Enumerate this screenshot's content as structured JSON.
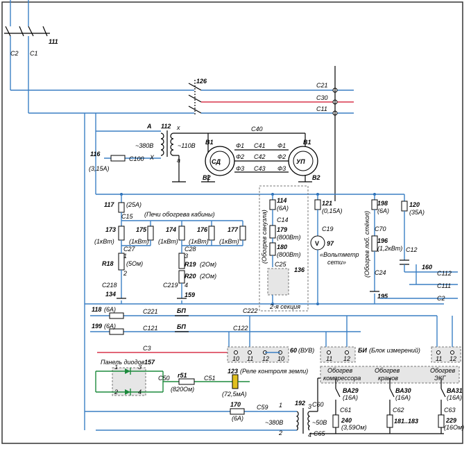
{
  "labels": {
    "s111": "111",
    "c2": "C2",
    "c1": "C1",
    "s126": "126",
    "c21": "C21",
    "c30": "C30",
    "c11": "C11",
    "A": "A",
    "s112": "112",
    "x1": "x",
    "v380a": "~380B",
    "v110": "~110B",
    "x2": "X",
    "a": "a",
    "s116": "116",
    "c100": "C100",
    "f315": "(3,15A)",
    "c40": "C40",
    "b1a": "B1",
    "b1b": "B1",
    "phi1a": "Ф1",
    "phi1b": "Ф1",
    "c41": "C41",
    "phi2a": "Ф2",
    "phi2b": "Ф2",
    "c42": "C42",
    "phi3a": "Ф3",
    "phi3b": "Ф3",
    "c43": "C43",
    "b2a": "B2",
    "b2b": "B2",
    "sd": "СД",
    "up": "УП",
    "s117": "117",
    "a25": "(25A)",
    "c15": "C15",
    "ovens": "(Печи обогрева кабины)",
    "s173": "173",
    "kw173": "(1кВт)",
    "s175": "175",
    "kw175": "(1кВт)",
    "s174": "174",
    "kw174": "(1кВт)",
    "s176": "176",
    "kw176": "(1кВт)",
    "s177": "177",
    "kw177": "(1кВт)",
    "c27": "C27",
    "c28": "C28",
    "n1": "1",
    "r18": "R18",
    "r18v": "(5Ом)",
    "n2": "2",
    "c218": "C218",
    "s134": "134",
    "n3": "3",
    "r19": "R19",
    "r19v": "(2Ом)",
    "r20": "R20",
    "r20v": "(2Ом)",
    "c219": "C219",
    "n4": "4",
    "s159": "159",
    "s114": "114",
    "a6a": "(6A)",
    "c14": "C14",
    "s179": "179",
    "w179": "(800Вт)",
    "s180": "180",
    "w180": "(800Вт)",
    "c25": "C25",
    "s136": "136",
    "heat_wc": "(Обогрев санузла)",
    "sec2": "2-я секция",
    "s121": "121",
    "a015": "(0,15A)",
    "c19": "C19",
    "vm": "V",
    "s97": "97",
    "volt1": "«Вольтметр",
    "volt2": "сети»",
    "s198": "198",
    "a6b": "(6A)",
    "c70": "C70",
    "s196": "196",
    "kw12": "(1,2кВт)",
    "c24": "C24",
    "s195": "195",
    "heat_glass": "(Обогрев лоб. стёкол)",
    "s120": "120",
    "a35": "(35A)",
    "c12": "C12",
    "s160": "160",
    "c112": "C112",
    "c111": "C111",
    "c2b": "C2",
    "s118": "118",
    "a6c": "(6A)",
    "c221": "C221",
    "bp1": "БП",
    "c222": "C222",
    "s199": "199",
    "a6d": "(6A)",
    "c121": "C121",
    "bp2": "БП",
    "c122": "C122",
    "c3": "C3",
    "t10a": "10",
    "t11a": "11",
    "t12a": "12",
    "t10b": "10",
    "s60": "60",
    "vuv": "(ВУВ)",
    "t11b": "11",
    "t12b": "12",
    "bi": "БИ",
    "bi_text": "(Блок измерений)",
    "t11c": "11",
    "t12c": "12",
    "panel": "Панель диодов",
    "s157": "157",
    "p1": "1",
    "p3": "3",
    "p2": "2",
    "p4": "4",
    "c50": "C50",
    "r51": "r51",
    "r51v": "(820Ом)",
    "c51": "C51",
    "s123": "123",
    "relay": "(Реле контроля земли)",
    "ma": "(72,5мА)",
    "s170": "170",
    "a6e": "(6A)",
    "c59": "C59",
    "k1": "1",
    "k2": "2",
    "k3": "3",
    "k4": "4",
    "s192": "192",
    "v380b": "~380B",
    "c60": "C60",
    "v50": "~50B",
    "c65": "C65",
    "h_comp1": "Обогрев",
    "h_comp2": "компрессора",
    "h_cr1": "Обогрев",
    "h_cr2": "кранов",
    "h_ekg1": "Обогрев",
    "h_ekg2": "ЭКГ",
    "va29": "ВА29",
    "va29a": "(16A)",
    "va30": "ВА30",
    "va30a": "(16A)",
    "va31": "ВА31",
    "va31a": "(16A)",
    "c61": "C61",
    "s240": "240",
    "o240": "(3,59Ом)",
    "c62": "C62",
    "s181": "181..183",
    "c63": "C63",
    "s229": "229",
    "o229": "(16Ом)"
  }
}
